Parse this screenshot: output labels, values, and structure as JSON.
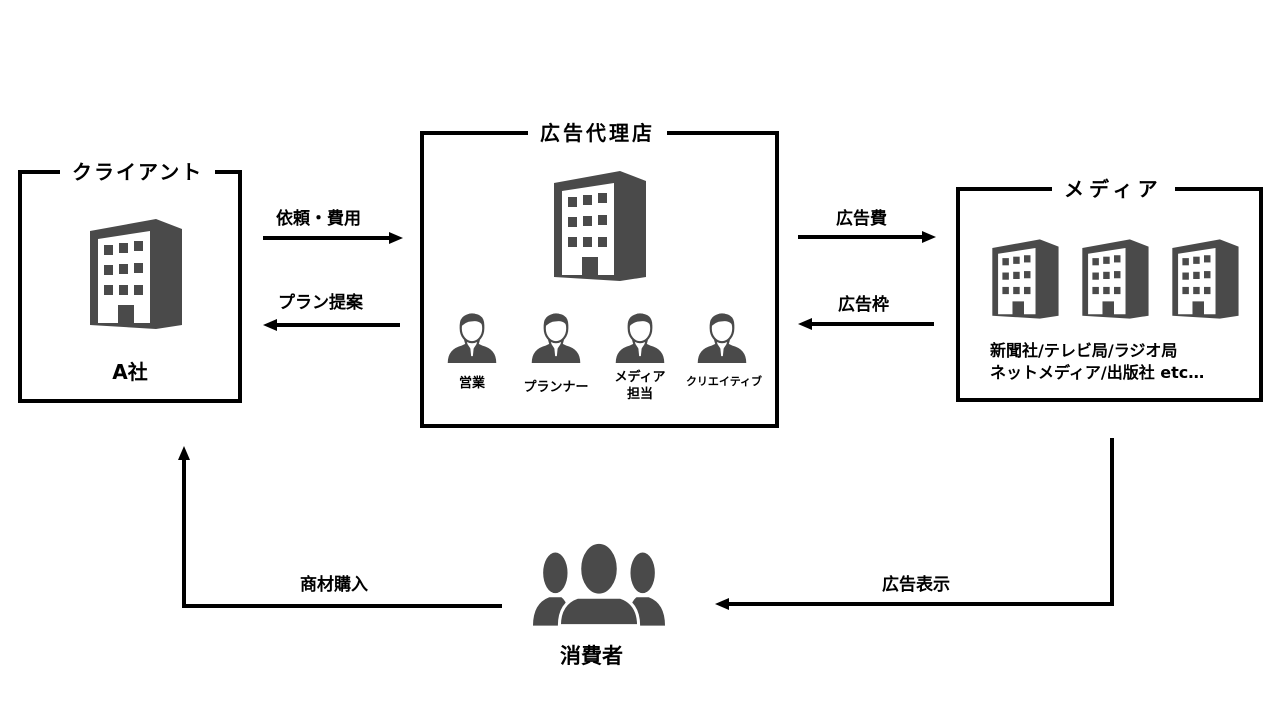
{
  "diagram": {
    "client": {
      "title": "クライアント",
      "name": "A社",
      "icon": "building-icon"
    },
    "agency": {
      "title": "広告代理店",
      "icon": "building-icon",
      "roles": [
        {
          "label": "営業",
          "icon": "businessman-icon"
        },
        {
          "label": "プランナー",
          "icon": "businessman-icon"
        },
        {
          "label": "メディア担当",
          "line1": "メディア",
          "line2": "担当",
          "icon": "businessman-icon"
        },
        {
          "label": "クリエイティブ",
          "icon": "businessman-icon"
        }
      ]
    },
    "media": {
      "title": "メディア",
      "icons": [
        "building-icon",
        "building-icon",
        "building-icon"
      ],
      "desc_line1": "新聞社/テレビ局/ラジオ局",
      "desc_line2": "ネットメディア/出版社 etc…"
    },
    "consumer": {
      "label": "消費者",
      "icon": "group-icon"
    },
    "flows": {
      "client_to_agency": "依頼・費用",
      "agency_to_client": "プラン提案",
      "agency_to_media": "広告費",
      "media_to_agency": "広告枠",
      "media_to_consumer": "広告表示",
      "consumer_to_client": "商材購入"
    },
    "colors": {
      "icon": "#4a4a4a",
      "line": "#000000",
      "background": "#ffffff"
    }
  }
}
